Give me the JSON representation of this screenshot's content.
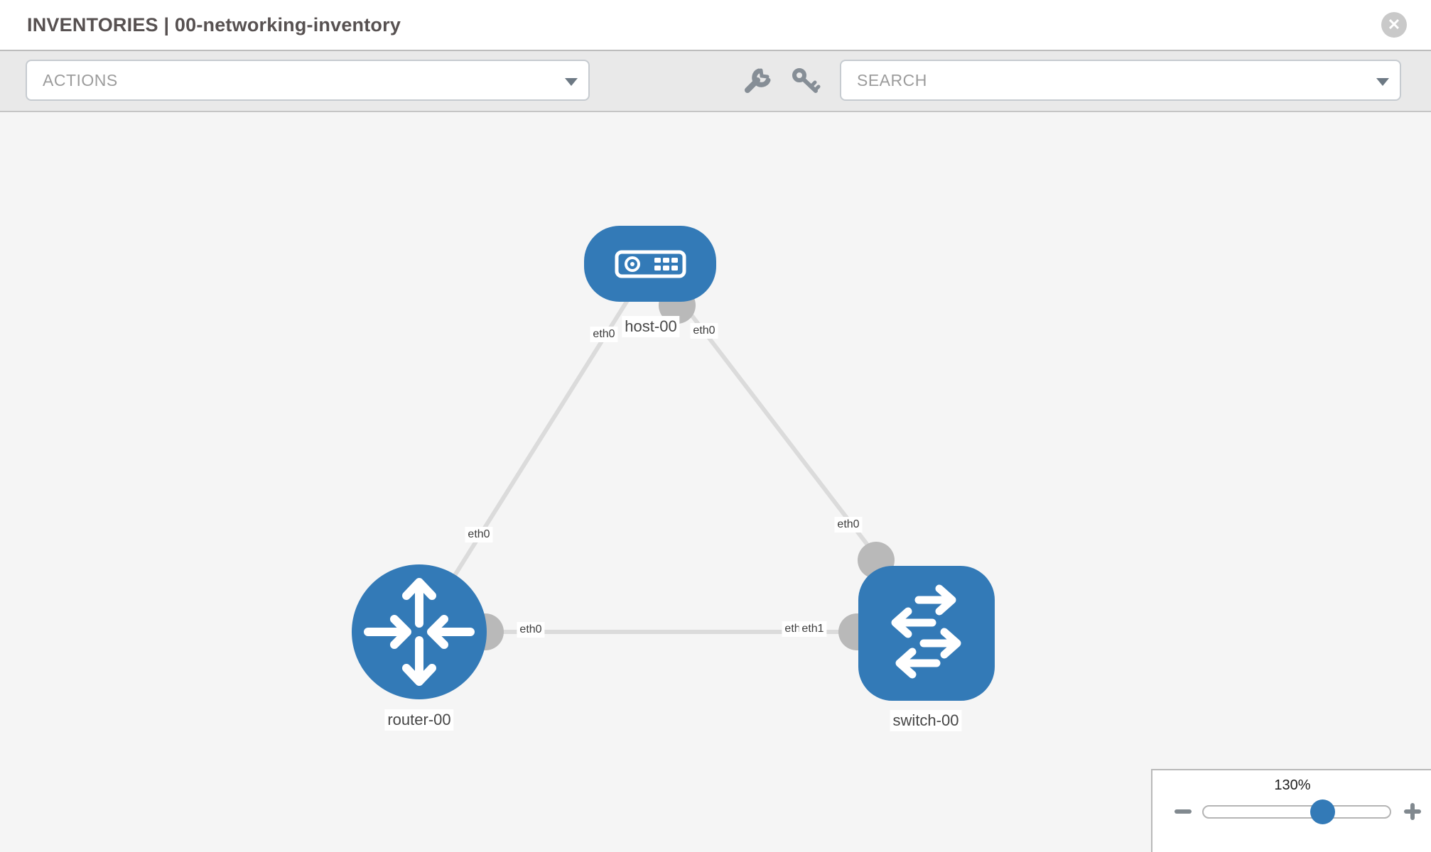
{
  "header": {
    "title": "INVENTORIES | 00-networking-inventory",
    "close_glyph": "✕"
  },
  "toolbar": {
    "actions_placeholder": "ACTIONS",
    "search_placeholder": "SEARCH",
    "icons": [
      "wrench-icon",
      "key-icon"
    ]
  },
  "topology": {
    "nodes": [
      {
        "id": "host-00",
        "type": "host",
        "label": "host-00"
      },
      {
        "id": "router-00",
        "type": "router",
        "label": "router-00"
      },
      {
        "id": "switch-00",
        "type": "switch",
        "label": "switch-00"
      }
    ],
    "links": [
      {
        "from": "host-00",
        "from_interface": "eth0",
        "to": "router-00",
        "to_interface": "eth0"
      },
      {
        "from": "host-00",
        "from_interface": "eth0",
        "to": "switch-00",
        "to_interface": "eth0"
      },
      {
        "from": "router-00",
        "from_interface": "eth0",
        "to": "switch-00",
        "to_interface": "eth1"
      }
    ],
    "interface_labels": [
      {
        "text": "eth0"
      },
      {
        "text": "eth0"
      },
      {
        "text": "eth0"
      },
      {
        "text": "eth0"
      },
      {
        "text": "eth0"
      },
      {
        "text": "eth0"
      },
      {
        "text": "eth1"
      }
    ],
    "colors": {
      "node_fill": "#337ab7",
      "link": "#dbdbdb",
      "interface_dot": "#b9b9b9"
    }
  },
  "zoom_panel": {
    "level": "130%"
  }
}
